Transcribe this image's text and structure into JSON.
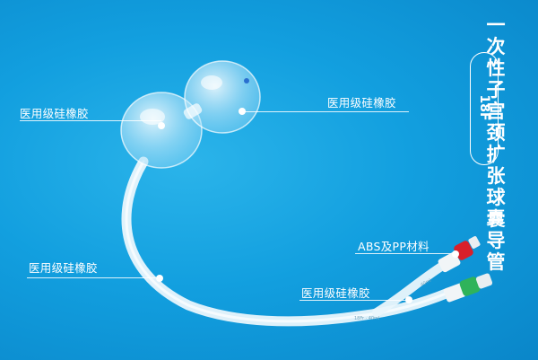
{
  "product": {
    "title": "一次性子宫颈扩张球囊导管",
    "size": "18F"
  },
  "callouts": {
    "balloon_left": "医用级硅橡胶",
    "balloon_right": "医用级硅橡胶",
    "shaft": "医用级硅橡胶",
    "hub": "ABS及PP材料",
    "branch": "医用级硅橡胶"
  },
  "colors": {
    "background": "#129fdf",
    "catheter": "#eaf6fc",
    "red_valve": "#d8202a",
    "green_valve": "#2fb35a",
    "label_text": "#ffffff"
  }
}
